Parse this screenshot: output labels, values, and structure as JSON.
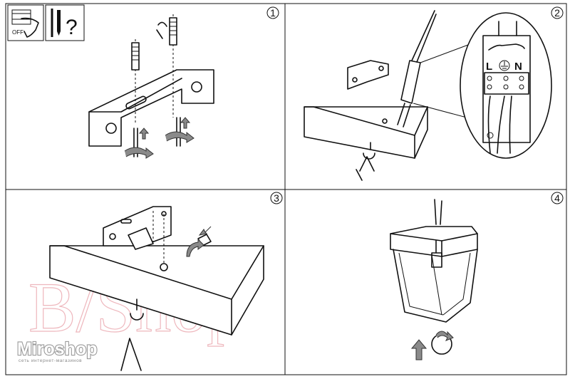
{
  "title_icons": {
    "switch_label": "OFF",
    "question_mark": "?"
  },
  "steps": [
    {
      "number": "1"
    },
    {
      "number": "2"
    },
    {
      "number": "3"
    },
    {
      "number": "4"
    }
  ],
  "terminal": {
    "live": "L",
    "neutral": "N"
  },
  "watermark": {
    "text": "B/Shop",
    "logo": "Miroshop",
    "logo_sub": "сеть интернет-магазинов"
  }
}
